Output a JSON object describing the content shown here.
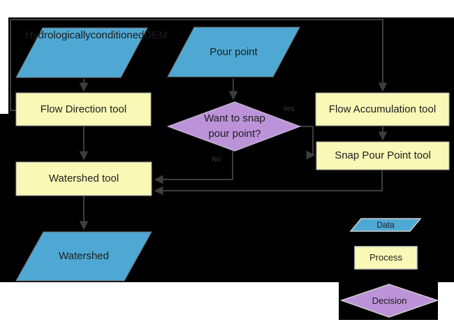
{
  "colors": {
    "page_bg": "#ffffff",
    "canvas_bg": "#000000",
    "data_fill": "#4FA8D3",
    "process_fill": "#FAF8B6",
    "decision_fill": "#BC93D9",
    "connector": "#3D3D3D",
    "shape_text": "#1D1D1D",
    "branch_label_text": "#3C3C55"
  },
  "nodes": {
    "dem": {
      "lines": [
        "Hydrologically",
        "conditioned",
        "DEM"
      ]
    },
    "pour_point": {
      "label": "Pour point"
    },
    "flow_direction": {
      "label": "Flow Direction tool"
    },
    "flow_accumulation": {
      "label": "Flow Accumulation tool"
    },
    "decision": {
      "line1": "Want to snap",
      "line2": "pour point?"
    },
    "snap_pour_point": {
      "label": "Snap Pour Point tool"
    },
    "watershed_tool": {
      "label": "Watershed tool"
    },
    "watershed": {
      "label": "Watershed"
    }
  },
  "branches": {
    "yes": "Yes",
    "no": "No"
  },
  "legend": {
    "data": "Data",
    "process": "Process",
    "decision": "Decision"
  }
}
